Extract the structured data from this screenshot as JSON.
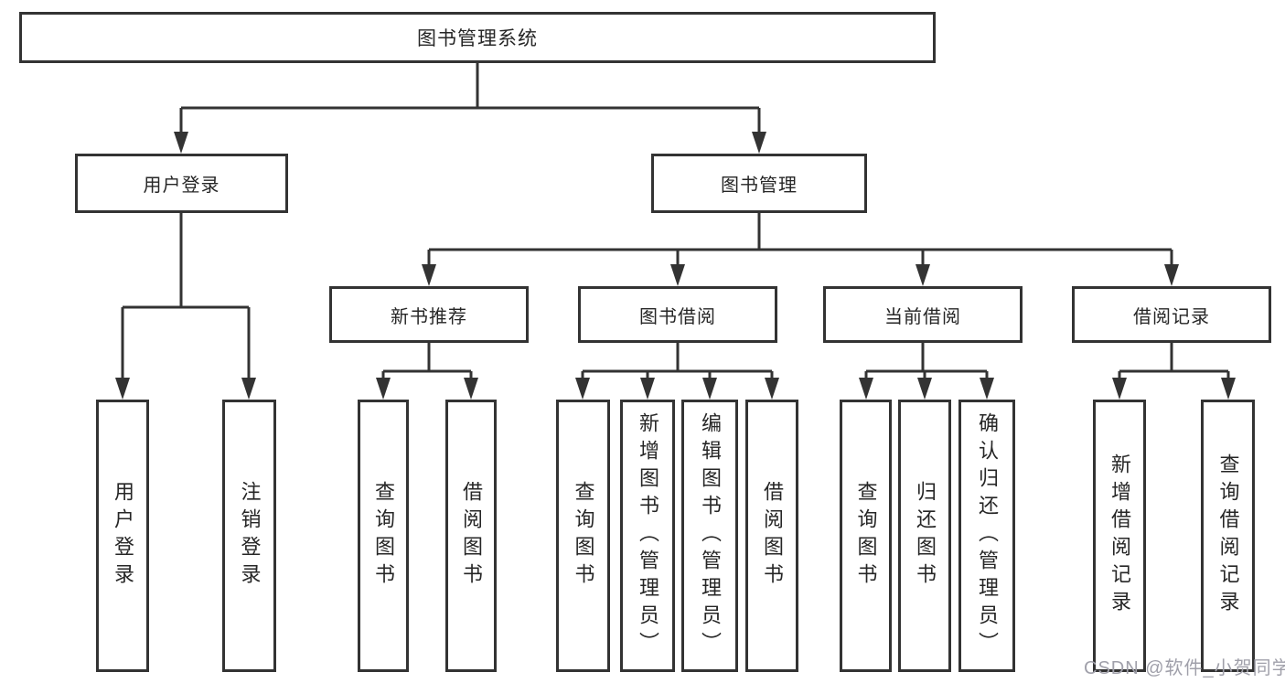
{
  "diagram_title": "图书管理系统",
  "tree": {
    "root": {
      "label": "图书管理系统"
    },
    "children": [
      {
        "label": "用户登录",
        "children": [
          {
            "label": "用户登录"
          },
          {
            "label": "注销登录"
          }
        ]
      },
      {
        "label": "图书管理",
        "children": [
          {
            "label": "新书推荐",
            "children": [
              {
                "label": "查询图书"
              },
              {
                "label": "借阅图书"
              }
            ]
          },
          {
            "label": "图书借阅",
            "children": [
              {
                "label": "查询图书"
              },
              {
                "label": "新增图书（管理员）"
              },
              {
                "label": "编辑图书（管理员）"
              },
              {
                "label": "借阅图书"
              }
            ]
          },
          {
            "label": "当前借阅",
            "children": [
              {
                "label": "查询图书"
              },
              {
                "label": "归还图书"
              },
              {
                "label": "确认归还（管理员）"
              }
            ]
          },
          {
            "label": "借阅记录",
            "children": [
              {
                "label": "新增借阅记录"
              },
              {
                "label": "查询借阅记录"
              }
            ]
          }
        ]
      }
    ]
  },
  "watermark": {
    "text": "CSDN @软件_小贺同学"
  },
  "colors": {
    "line": "#333333",
    "text": "#262626",
    "watermark": "#a0a0aa",
    "background": "#ffffff"
  }
}
